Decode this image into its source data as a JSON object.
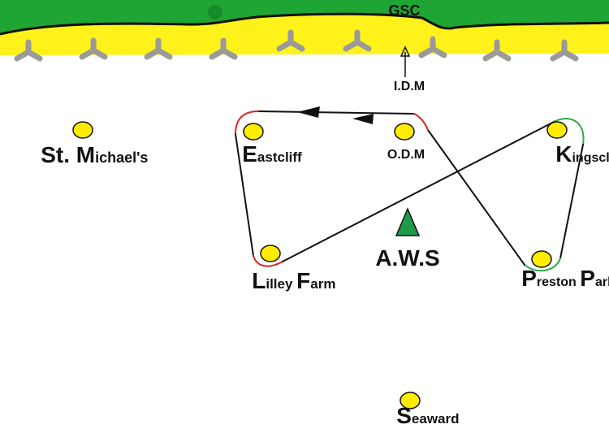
{
  "header": {
    "label": "GSC"
  },
  "marker_idm": {
    "label": "I.D.M"
  },
  "odm": {
    "label": "O.D.M"
  },
  "aws": {
    "label": "A.W.S"
  },
  "locations": {
    "st_michaels": {
      "first": "St. M",
      "rest": "ichael's"
    },
    "eastcliff": {
      "first": "E",
      "rest": "astcliff"
    },
    "kingscliff": {
      "first": "K",
      "rest": "ingscliff"
    },
    "lilley_farm": {
      "first1": "L",
      "rest1": "illey ",
      "first2": "F",
      "rest2": "arm"
    },
    "preston_park": {
      "first1": "P",
      "rest1": "reston ",
      "first2": "P",
      "rest2": "ark"
    },
    "seaward": {
      "first": "S",
      "rest": "eaward"
    }
  },
  "colors": {
    "grass": "#1fa533",
    "sand": "#fff21a",
    "station": "#ffec00",
    "aws": "#1f9a4a",
    "route_red": "#e02020",
    "route_green": "#2aa84a",
    "post": "#9a9a9a"
  }
}
